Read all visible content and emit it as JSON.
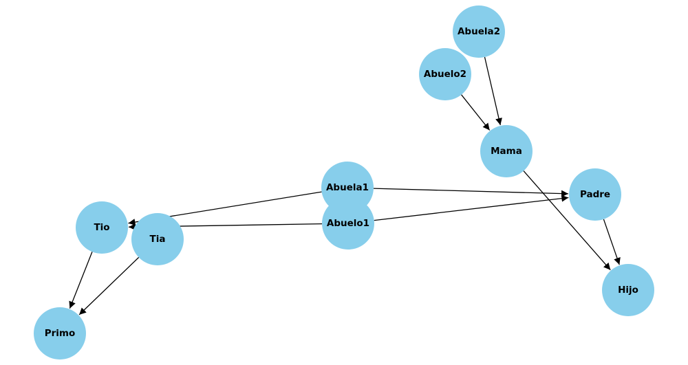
{
  "diagram": {
    "node_color": "#87ceeb",
    "edge_color": "#000000",
    "label_color": "#000000",
    "nodes": [
      {
        "id": "Abuela2",
        "label": "Abuela2"
      },
      {
        "id": "Abuelo2",
        "label": "Abuelo2"
      },
      {
        "id": "Mama",
        "label": "Mama"
      },
      {
        "id": "Abuela1",
        "label": "Abuela1"
      },
      {
        "id": "Abuelo1",
        "label": "Abuelo1"
      },
      {
        "id": "Padre",
        "label": "Padre"
      },
      {
        "id": "Tio",
        "label": "Tio"
      },
      {
        "id": "Tia",
        "label": "Tia"
      },
      {
        "id": "Hijo",
        "label": "Hijo"
      },
      {
        "id": "Primo",
        "label": "Primo"
      }
    ],
    "edges": [
      {
        "from": "Abuela2",
        "to": "Mama"
      },
      {
        "from": "Abuelo2",
        "to": "Mama"
      },
      {
        "from": "Mama",
        "to": "Hijo"
      },
      {
        "from": "Abuela1",
        "to": "Padre"
      },
      {
        "from": "Abuela1",
        "to": "Tio"
      },
      {
        "from": "Abuelo1",
        "to": "Padre"
      },
      {
        "from": "Abuelo1",
        "to": "Tio"
      },
      {
        "from": "Padre",
        "to": "Hijo"
      },
      {
        "from": "Tio",
        "to": "Primo"
      },
      {
        "from": "Tia",
        "to": "Primo"
      }
    ]
  }
}
